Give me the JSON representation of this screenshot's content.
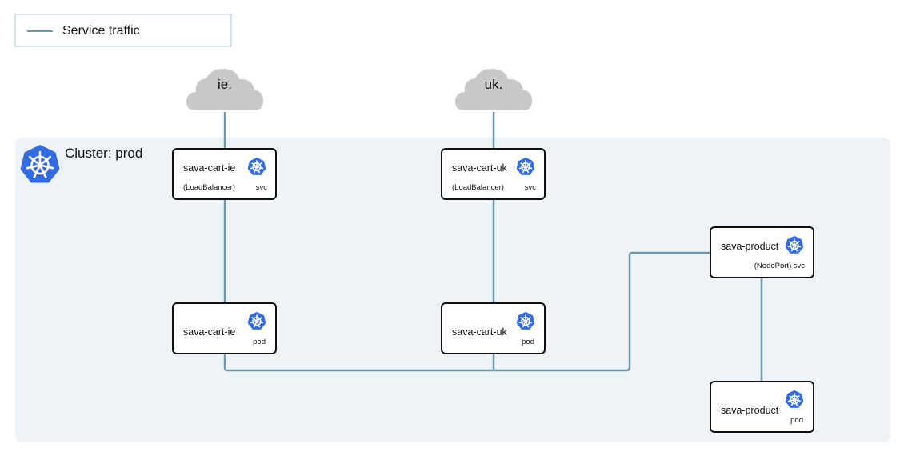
{
  "legend": {
    "label": "Service traffic",
    "line_color": "#6e97b1"
  },
  "cluster": {
    "label": "Cluster: prod",
    "background": "#eef3f8"
  },
  "clouds": [
    {
      "label": "ie."
    },
    {
      "label": "uk."
    }
  ],
  "nodes": {
    "svc_ie": {
      "name": "sava-cart-ie",
      "sub": "(LoadBalancer)",
      "kind": "svc"
    },
    "svc_uk": {
      "name": "sava-cart-uk",
      "sub": "(LoadBalancer)",
      "kind": "svc"
    },
    "svc_product": {
      "name": "sava-product",
      "sub": "(NodePort)",
      "kind": "svc"
    },
    "pod_ie": {
      "name": "sava-cart-ie",
      "kind": "pod"
    },
    "pod_uk": {
      "name": "sava-cart-uk",
      "kind": "pod"
    },
    "pod_product": {
      "name": "sava-product",
      "kind": "pod"
    }
  },
  "colors": {
    "kubernetes_blue": "#326ce5",
    "cloud_gray": "#c8c8c8",
    "node_border": "#111111"
  },
  "icons": {
    "cluster": "kubernetes-helm-icon",
    "node": "kubernetes-helm-icon",
    "cloud": "cloud-icon"
  }
}
